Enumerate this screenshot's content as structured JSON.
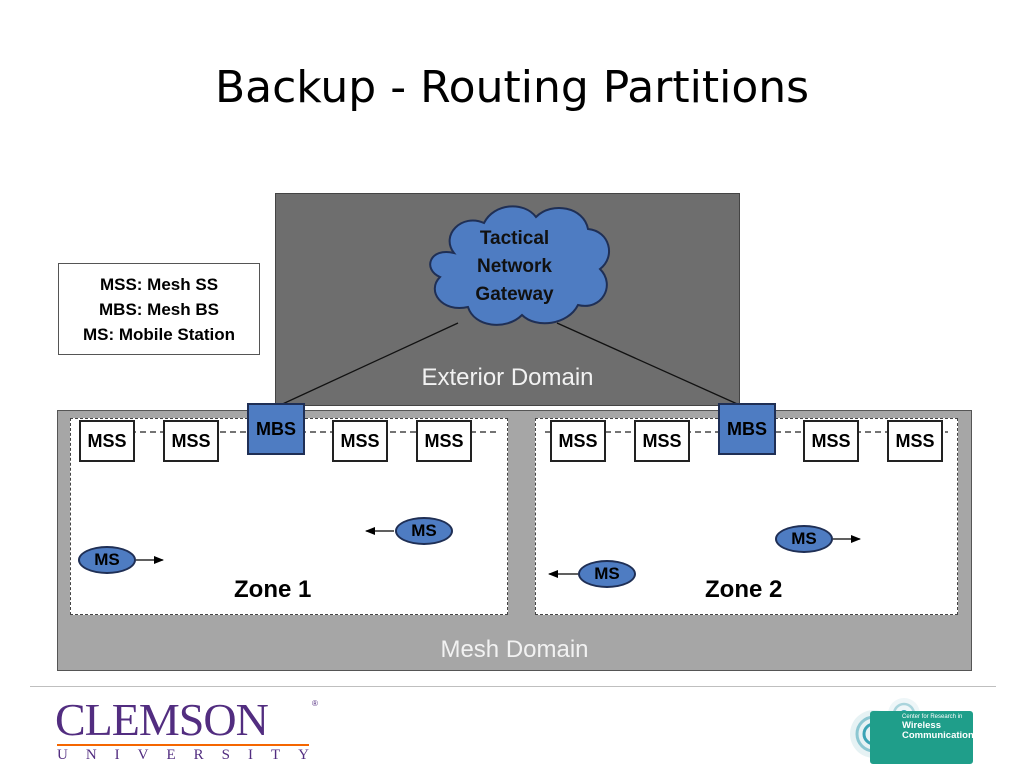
{
  "slide": {
    "title": "Backup - Routing Partitions"
  },
  "legend": {
    "lines": [
      "MSS: Mesh SS",
      "MBS: Mesh BS",
      "MS: Mobile Station"
    ]
  },
  "diagram": {
    "gateway_lines": [
      "Tactical",
      "Network",
      "Gateway"
    ],
    "exterior_domain_label": "Exterior Domain",
    "mesh_domain_label": "Mesh Domain",
    "zones": [
      {
        "label": "Zone 1",
        "nodes": [
          "MSS",
          "MSS",
          "MBS",
          "MSS",
          "MSS"
        ],
        "mobile_stations": [
          "MS",
          "MS"
        ]
      },
      {
        "label": "Zone 2",
        "nodes": [
          "MSS",
          "MSS",
          "MBS",
          "MSS",
          "MSS"
        ],
        "mobile_stations": [
          "MS",
          "MS"
        ]
      }
    ]
  },
  "footer": {
    "university_logo": {
      "name": "CLEMSON",
      "subtitle_letters": [
        "U",
        "N",
        "I",
        "V",
        "E",
        "R",
        "S",
        "I",
        "T",
        "Y"
      ],
      "mark": "®"
    },
    "center_logo": {
      "lines": [
        "Center for Research in",
        "Wireless",
        "Communications"
      ]
    }
  },
  "colors": {
    "node_blue": "#4e7cc2",
    "exterior_gray": "#6e6e6e",
    "mesh_gray": "#a6a6a6",
    "clemson_purple": "#522d80",
    "clemson_orange": "#f56600",
    "cwc_teal": "#1f9e8a"
  }
}
